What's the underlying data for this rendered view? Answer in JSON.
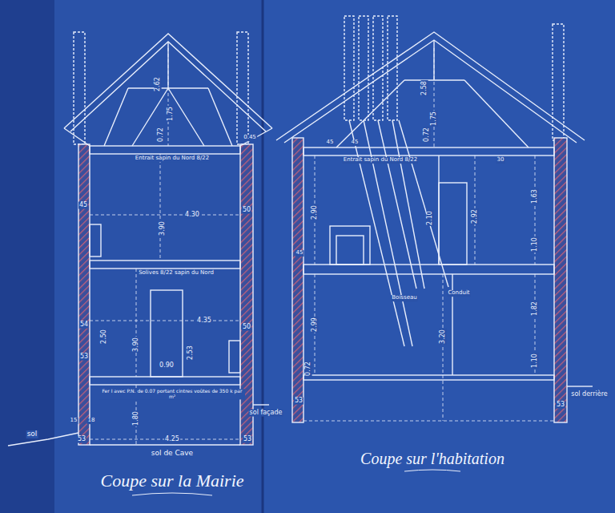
{
  "diagram": {
    "labels": [
      "2.62",
      "1.75",
      "0.72",
      "Entrait sapin du Nord 8/22",
      "3.90",
      "4.30",
      "45",
      "50",
      "Solives 8/22 sapin du Nord",
      "54",
      "4.35",
      "50",
      "2.50",
      "3.90",
      "2.53",
      "0.90",
      "53",
      "Fer I avec P.N. de 0.07 portant cintres voûtes de 350 k par m²",
      "1.80",
      "15",
      "18",
      "53",
      "4.25",
      "53",
      "sol",
      "sol façade",
      "sol de Cave",
      "0.45",
      "2.58",
      "1.75",
      "0.72",
      "Entrait sapin du Nord 8/22",
      "45",
      "45",
      "30",
      "2.90",
      "2.10",
      "2.92",
      "1.63",
      "1.10",
      "45",
      "Boisseau",
      "Conduit",
      "2.99",
      "3.20",
      "1.82",
      "1.10",
      "0.72",
      "53",
      "53",
      "sol derrière",
      "Coupe sur la Mairie",
      "Coupe sur l'habitation"
    ]
  }
}
